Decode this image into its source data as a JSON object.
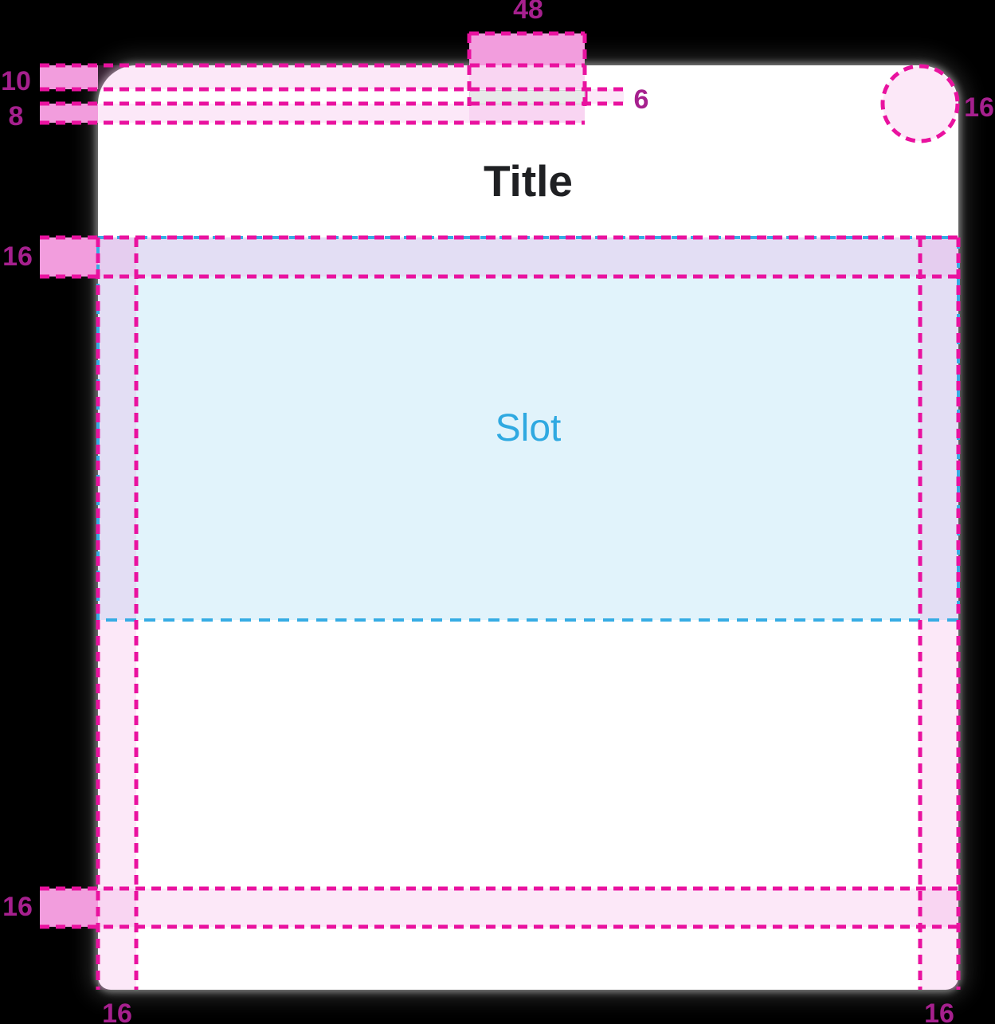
{
  "spec": {
    "title": "Title",
    "slot_label": "Slot",
    "measurements": {
      "handle_width": "48",
      "top_padding": "10",
      "handle_clearance": "8",
      "handle_height": "6",
      "corner_radius": "16",
      "slot_top_margin": "16",
      "bottom_spacing": "16",
      "left_margin": "16",
      "right_margin": "16"
    }
  },
  "colors": {
    "scrim": "#000000",
    "sheet": "#FFFFFF",
    "title_text": "#1F2023",
    "handle_fill": "#E8E9E9",
    "label": "#A6208E",
    "dash_pink": "#E9129F",
    "band_pink": "#F29DDD",
    "band_pink_translucent": "rgba(240,128,215,0.18)",
    "dash_blue": "#36ACE4",
    "slot_fill": "rgba(42,167,224,0.14)",
    "slot_text": "#2FA9E1"
  }
}
